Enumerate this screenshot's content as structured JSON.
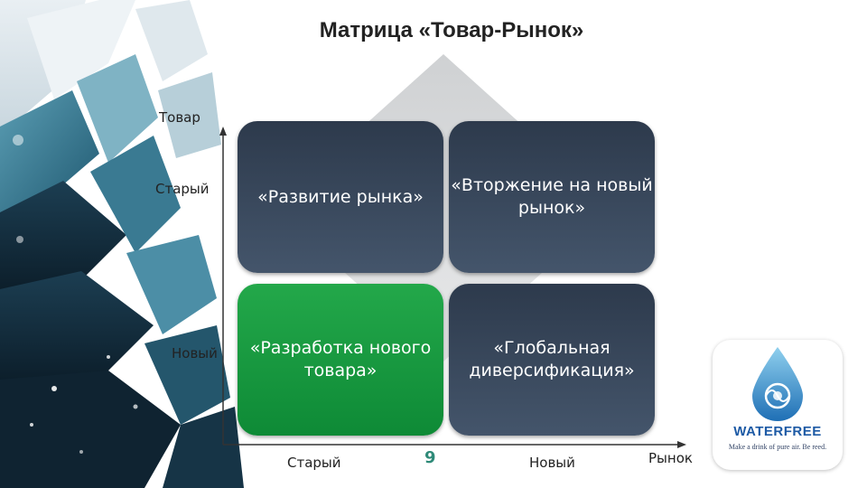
{
  "title": "Матрица «Товар-Рынок»",
  "axes": {
    "y_label": "Товар",
    "x_label": "Рынок",
    "y_old": "Старый",
    "y_new": "Новый",
    "x_old": "Старый",
    "x_new": "Новый"
  },
  "cells": {
    "top_left": "«Развитие рынка»",
    "top_right": "«Вторжение на новый рынок»",
    "bottom_left": "«Разработка нового товара»",
    "bottom_right": "«Глобальная диверсификация»"
  },
  "page_number": "9",
  "logo": {
    "brand": "WATERFREE",
    "tagline": "Make a drink of pure air. Be reed."
  },
  "colors": {
    "dark_cell": "#35445a",
    "green_cell": "#1a9a40",
    "page_number": "#2e8a78",
    "logo_blue": "#1d5aa5"
  }
}
